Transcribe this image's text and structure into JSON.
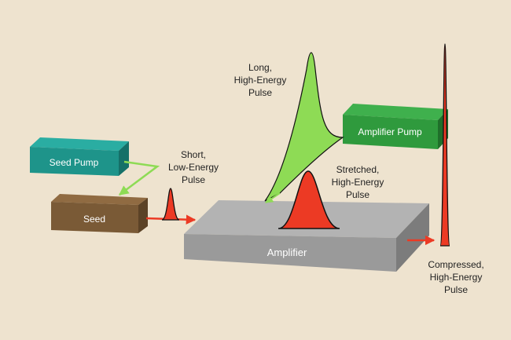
{
  "boxes": {
    "seed_pump": "Seed Pump",
    "seed": "Seed",
    "amplifier": "Amplifier",
    "amplifier_pump": "Amplifier Pump"
  },
  "pulses": {
    "short_low": [
      "Short,",
      "Low-Energy",
      "Pulse"
    ],
    "long_high": [
      "Long,",
      "High-Energy",
      "Pulse"
    ],
    "stretched_high": [
      "Stretched,",
      "High-Energy",
      "Pulse"
    ],
    "compressed_high": [
      "Compressed,",
      "High-Energy",
      "Pulse"
    ]
  },
  "colors": {
    "background": "#eee3cf",
    "seed_pump": "#1e948a",
    "seed": "#7a5a36",
    "amplifier": "#9d9d9d",
    "amplifier_pump": "#2f9a3d",
    "green_beam": "#8edb55",
    "red_pulse": "#ec3a24"
  }
}
